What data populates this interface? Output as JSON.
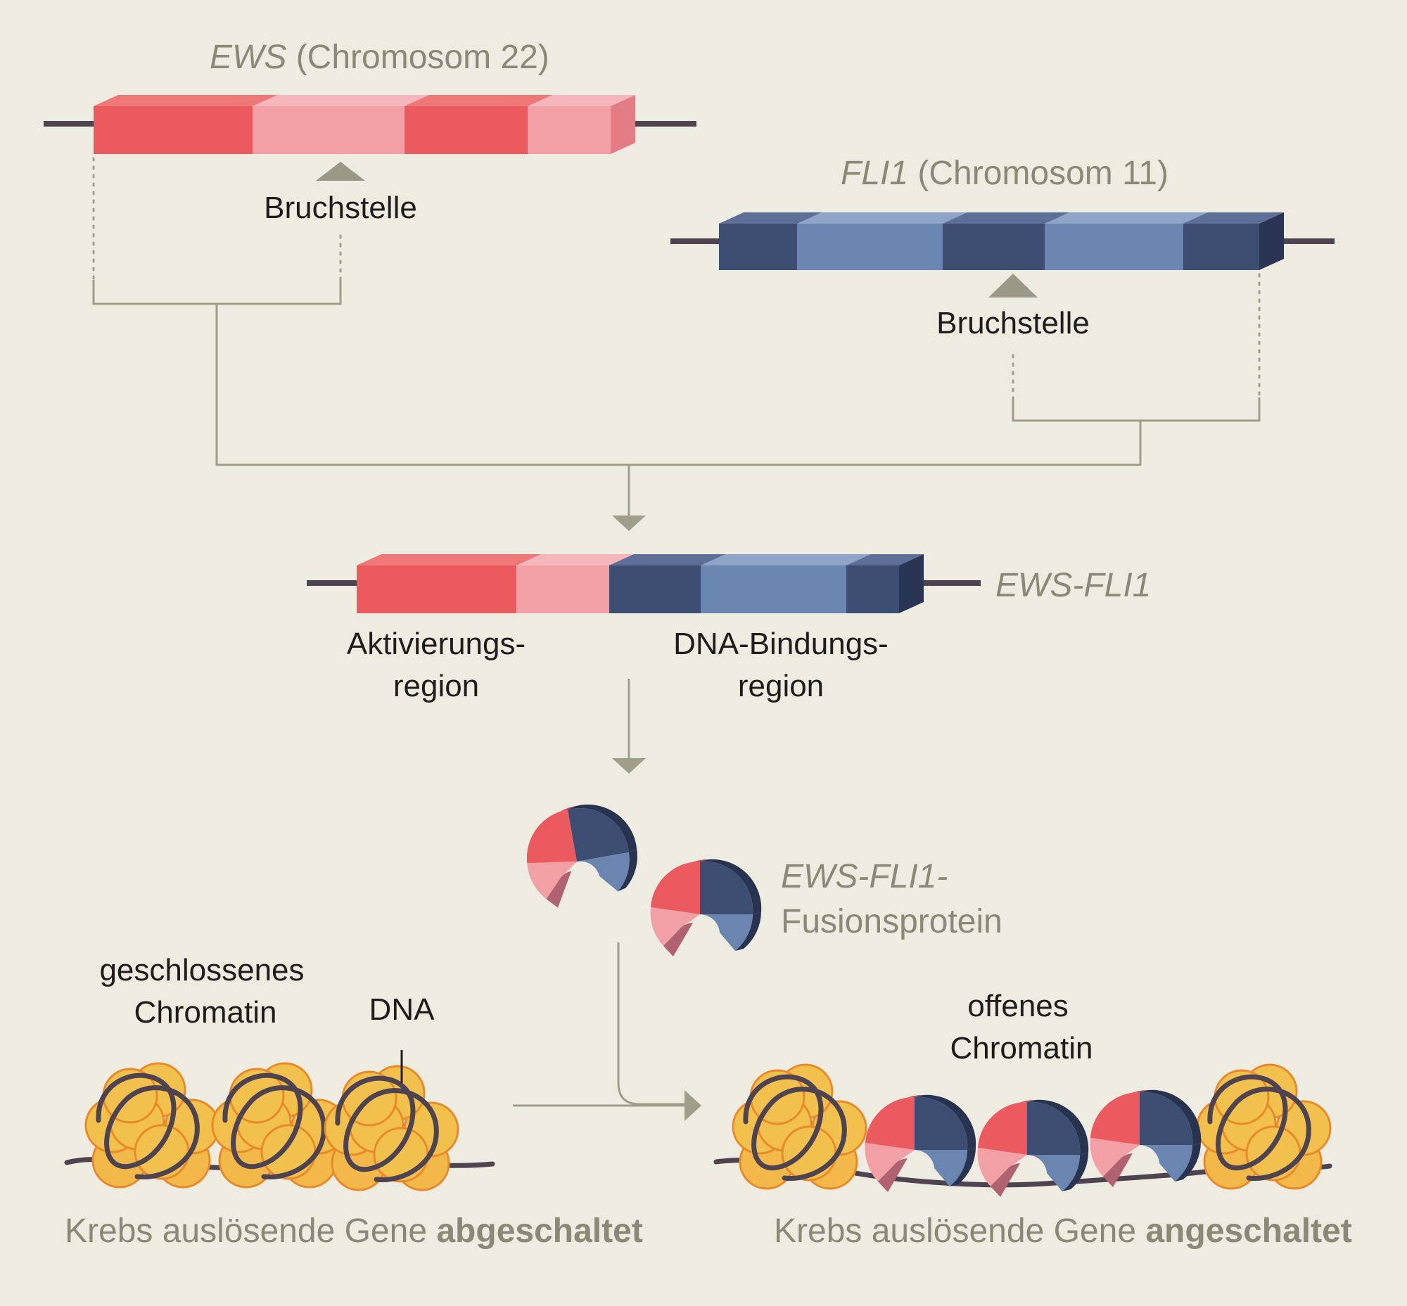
{
  "colors": {
    "background": "#eeebe0",
    "ews_dark": "#ea5a5e",
    "ews_light": "#f2a0a6",
    "fli_dark": "#3e4d72",
    "fli_light": "#6a86b0",
    "connector": "#a09d8a",
    "histone": "#f2c04c",
    "dna": "#4e4350",
    "label": "#1f1d1c",
    "muted": "#8a8877"
  },
  "ews_gene": {
    "name": "EWS",
    "chromosome": "(Chromosom 22)",
    "break_label": "Bruchstelle"
  },
  "fli_gene": {
    "name": "FLI1",
    "chromosome": "(Chromosom 11)",
    "break_label": "Bruchstelle"
  },
  "fusion_gene": {
    "name": "EWS-FLI1",
    "activation_1": "Aktivierungs-",
    "activation_2": "region",
    "binding_1": "DNA-Bindungs-",
    "binding_2": "region"
  },
  "protein": {
    "name": "EWS-FLI1-",
    "suffix": "Fusionsprotein"
  },
  "closed": {
    "label_1": "geschlossenes",
    "label_2": "Chromatin",
    "dna_label": "DNA",
    "caption_prefix": "Krebs auslösende Gene ",
    "caption_bold": "abgeschaltet"
  },
  "open": {
    "label_1": "offenes",
    "label_2": "Chromatin",
    "caption_prefix": "Krebs auslösende Gene ",
    "caption_bold": "angeschaltet"
  }
}
